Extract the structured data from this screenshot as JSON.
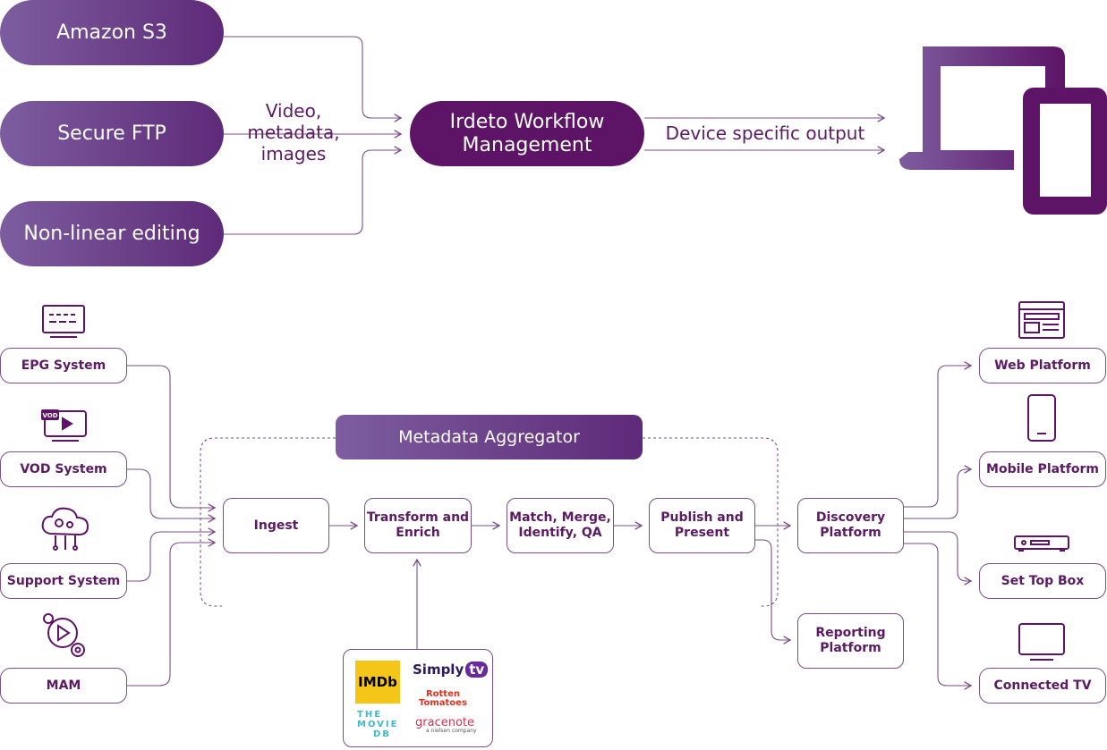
{
  "top": {
    "sources": [
      "Amazon S3",
      "Secure FTP",
      "Non-linear editing"
    ],
    "input_label": [
      "Video,",
      "metadata,",
      "images"
    ],
    "workflow": [
      "Irdeto Workflow",
      "Management"
    ],
    "output_label": "Device specific output"
  },
  "bottom": {
    "inputs": [
      "EPG System",
      "VOD System",
      "Support System",
      "MAM"
    ],
    "aggregator": "Metadata Aggregator",
    "stages": {
      "ingest": [
        "Ingest"
      ],
      "transform": [
        "Transform and",
        "Enrich"
      ],
      "match": [
        "Match, Merge,",
        "Identify, QA"
      ],
      "publish": [
        "Publish and",
        "Present"
      ],
      "discovery": [
        "Discovery",
        "Platform"
      ],
      "reporting": [
        "Reporting",
        "Platform"
      ]
    },
    "outputs": [
      "Web Platform",
      "Mobile Platform",
      "Set Top Box",
      "Connected TV"
    ],
    "vod_badge": "VOD",
    "logos": {
      "imdb": "IMDb",
      "simply": "Simply",
      "simply_tv": "tv",
      "rotten": [
        "Rotten",
        "Tomatoes"
      ],
      "moviedb": [
        "THE",
        "MOVIE",
        "DB"
      ],
      "gracenote": "gracenote",
      "gracenote_sub": "a nielsen company"
    }
  },
  "colors": {
    "primary": "#5d1466",
    "gradient_start": "#7d5d9f",
    "line": "#7a4e87"
  }
}
